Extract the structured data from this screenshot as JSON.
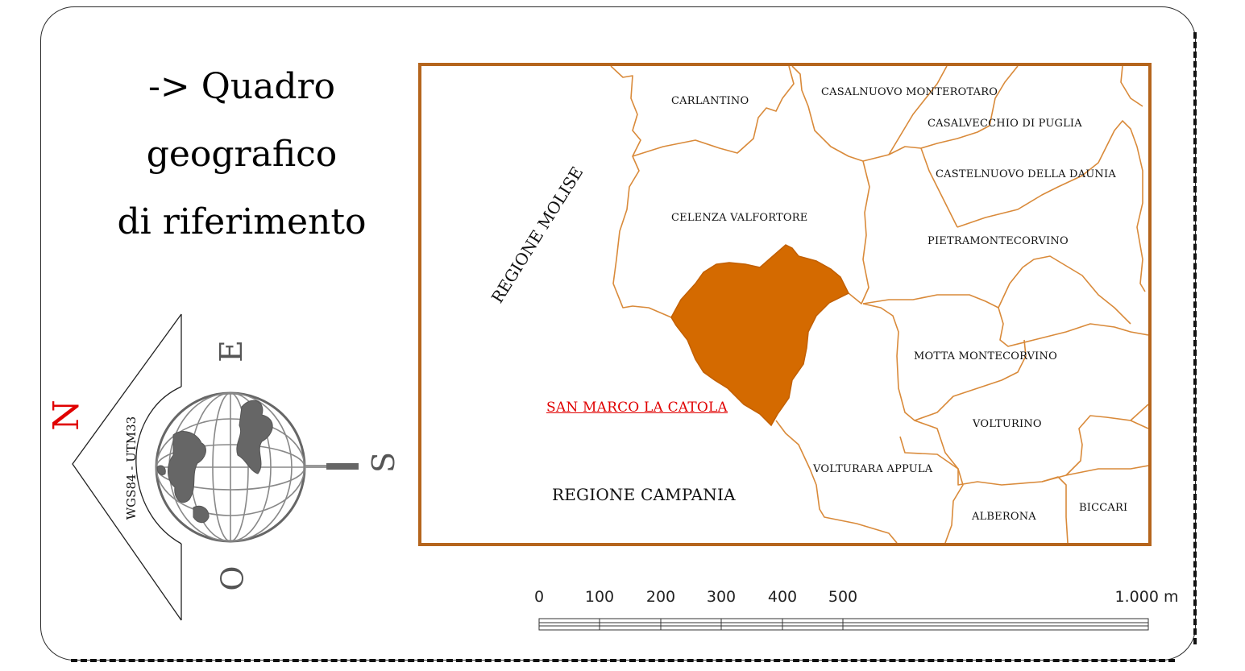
{
  "title": {
    "line1": "-> Quadro",
    "line2": "geografico",
    "line3": "di riferimento"
  },
  "map": {
    "highlight_color": "#d46a00",
    "border_color": "#b5651d",
    "line_color": "#d98a3a",
    "municipalities": {
      "carlantino": "CARLANTINO",
      "casalnuovo": "CASALNUOVO MONTEROTARO",
      "casalvecchio": "CASALVECCHIO DI PUGLIA",
      "castelnuovo": "CASTELNUOVO DELLA DAUNIA",
      "celenza": "CELENZA VALFORTORE",
      "pietramontecorvino": "PIETRAMONTECORVINO",
      "motta": "MOTTA MONTECORVINO",
      "volturino": "VOLTURINO",
      "volturara": "VOLTURARA APPULA",
      "alberona": "ALBERONA",
      "biccari": "BICCARI"
    },
    "highlighted": "SAN MARCO LA CATOLA",
    "regions": {
      "molise": "REGIONE MOLISE",
      "campania": "REGIONE CAMPANIA"
    }
  },
  "compass": {
    "north": "N",
    "east": "E",
    "south": "S",
    "west": "O",
    "projection": "WGS84 - UTM33"
  },
  "scale_bar": {
    "labels": [
      "0",
      "100",
      "200",
      "300",
      "400",
      "500",
      "1.000 m"
    ]
  }
}
